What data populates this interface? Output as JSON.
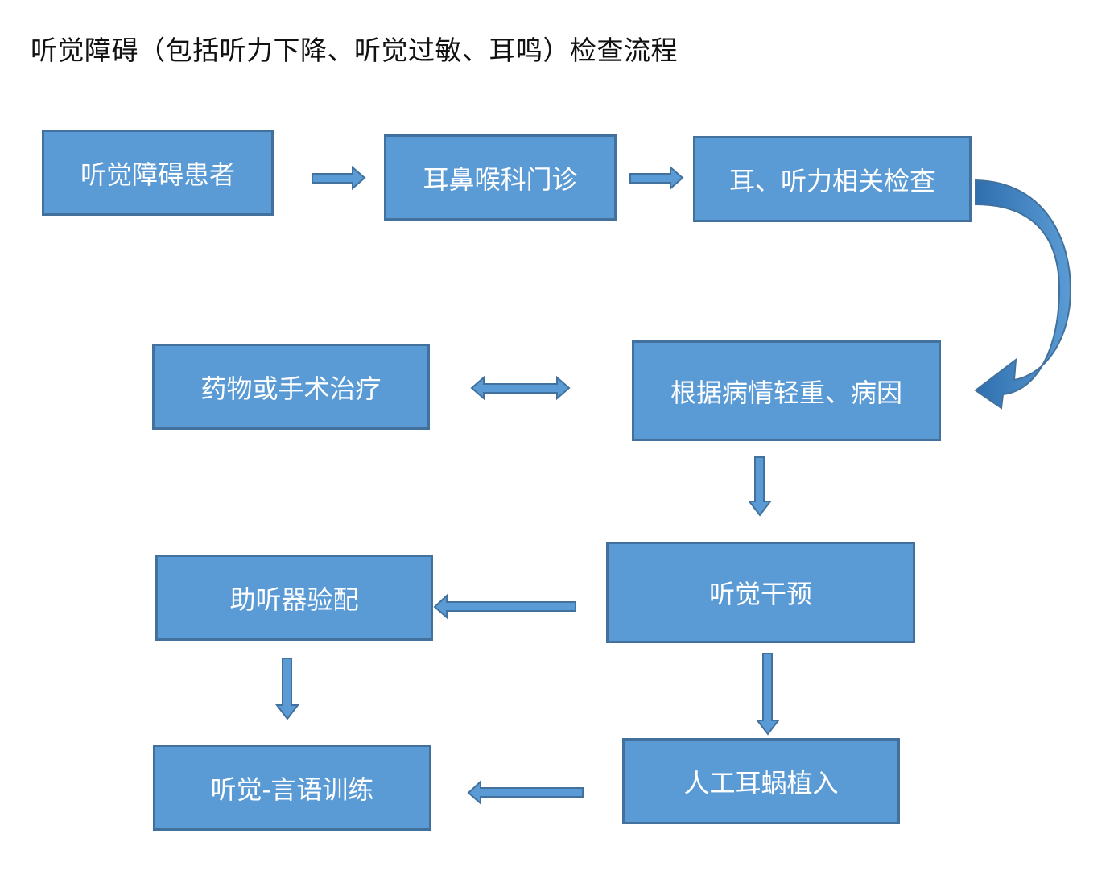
{
  "title": "听觉障碍（包括听力下降、听觉过敏、耳鸣）检查流程",
  "colors": {
    "box_fill": "#5b9bd5",
    "box_border": "#41719c",
    "arrow_fill": "#5b9bd5",
    "arrow_stroke": "#41719c",
    "curve_arrow_dark": "#2e6aa6"
  },
  "nodes": {
    "patient": "听觉障碍患者",
    "ent_clinic": "耳鼻喉科门诊",
    "ear_hearing_exam": "耳、听力相关检查",
    "severity_cause": "根据病情轻重、病因",
    "medication_surgery": "药物或手术治疗",
    "hearing_intervention": "听觉干预",
    "hearing_aid_fitting": "助听器验配",
    "cochlear_implant": "人工耳蜗植入",
    "auditory_speech_training": "听觉-言语训练"
  }
}
